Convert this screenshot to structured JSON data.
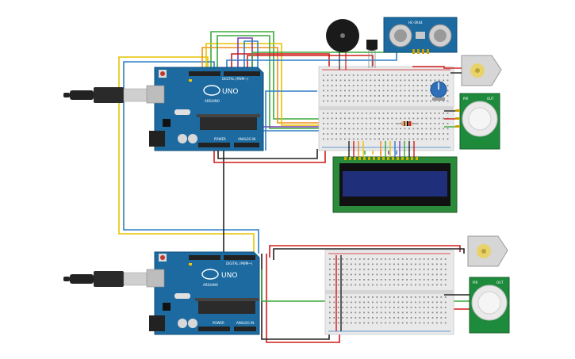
{
  "board1": {
    "logo": "UNO",
    "brand": "ARDUINO",
    "label_digital": "DIGITAL (PWM~)",
    "label_power": "POWER",
    "label_analog": "ANALOG IN"
  },
  "board2": {
    "logo": "UNO",
    "brand": "ARDUINO",
    "label_digital": "DIGITAL (PWM~)",
    "label_power": "POWER",
    "label_analog": "ANALOG IN"
  },
  "ultrasonic": {
    "model": "HC-SR04"
  },
  "pir1": {
    "left_label": "PIR",
    "right_label": "OUT"
  },
  "pir2": {
    "left_label": "PIR",
    "right_label": "OUT"
  },
  "colors": {
    "board": "#1c6aa0",
    "board_dark": "#0f4f7c",
    "breadboard": "#e9e9e9",
    "lcd_pcb": "#2c8a3b",
    "lcd_screen": "#1f2f7a",
    "pir_pcb": "#1e8a3c",
    "wire_red": "#d11a1a",
    "wire_black": "#222222",
    "wire_green": "#3aa83a",
    "wire_yellow": "#e5c400",
    "wire_blue": "#2f7fc8",
    "wire_orange": "#ef8d1d",
    "wire_purple": "#7b3fb5"
  },
  "icons": [
    "usb-cable-icon",
    "buzzer-icon",
    "servo-motor-icon",
    "potentiometer-icon",
    "resistor-icon"
  ]
}
